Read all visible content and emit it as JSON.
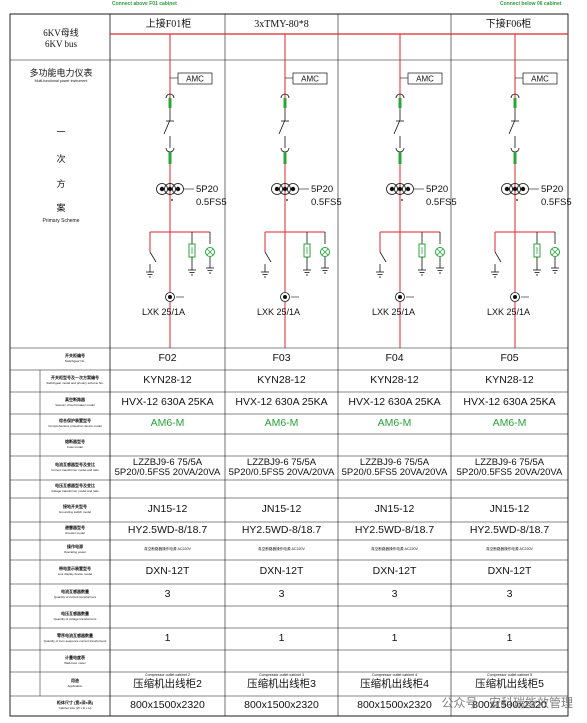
{
  "header_notes": {
    "left": "Connect above F01 cabinet",
    "right": "Connect below 06 cabinet"
  },
  "bus": {
    "label_cn": "6KV母线",
    "label_en": "6KV bus"
  },
  "panel_titles": [
    "上接F01柜",
    "3xTMY-80*8",
    "",
    "下接F06柜"
  ],
  "instrument": {
    "label_cn": "多功能电力仪表",
    "label_en": "Multi-functional power instrument",
    "device": "AMC"
  },
  "primary": {
    "chars": [
      "一",
      "次",
      "方",
      "案"
    ],
    "label_en": "Primary Scheme",
    "ct_spec_1": "5P20",
    "ct_spec_2": "0.5FS5",
    "zero_ct": "LXK 25/1A"
  },
  "rows": [
    {
      "label": "开关柜编号",
      "sub": "Switchgear No.",
      "values": [
        "F02",
        "F03",
        "F04",
        "F05"
      ]
    },
    {
      "label": "开关柜型号及一次方案编号",
      "sub": "Switchgear model and primary scheme No.",
      "values": [
        "KYN28-12",
        "KYN28-12",
        "KYN28-12",
        "KYN28-12"
      ]
    },
    {
      "label": "真空断路器",
      "sub": "Vacuum circuit breaker model",
      "values": [
        "HVX-12 630A 25KA",
        "HVX-12 630A 25KA",
        "HVX-12 630A 25KA",
        "HVX-12 630A 25KA"
      ]
    },
    {
      "label": "综合保护装置型号",
      "sub": "Comprehensive protection device model",
      "values": [
        "AM6-M",
        "AM6-M",
        "AM6-M",
        "AM6-M"
      ],
      "green": true
    },
    {
      "label": "熔断器型号",
      "sub": "Fuse model",
      "values": [
        "",
        "",
        "",
        ""
      ]
    },
    {
      "label": "电流互感器型号及变比",
      "sub": "Current transformer model and ratio",
      "values": [
        "LZZBJ9-6 75/5A\n5P20/0.5FS5 20VA/20VA",
        "LZZBJ9-6 75/5A\n5P20/0.5FS5 20VA/20VA",
        "LZZBJ9-6 75/5A\n5P20/0.5FS5 20VA/20VA",
        "LZZBJ9-6 75/5A\n5P20/0.5FS5 20VA/20VA"
      ]
    },
    {
      "label": "电压互感器型号及变比",
      "sub": "Voltage transformer model and ratio",
      "values": [
        "",
        "",
        "",
        ""
      ]
    },
    {
      "label": "接地开关型号",
      "sub": "Grounding switch model",
      "values": [
        "JN15-12",
        "JN15-12",
        "JN15-12",
        "JN15-12"
      ]
    },
    {
      "label": "避雷器型号",
      "sub": "Arrester model",
      "values": [
        "HY2.5WD-8/18.7",
        "HY2.5WD-8/18.7",
        "HY2.5WD-8/18.7",
        "HY2.5WD-8/18.7"
      ]
    },
    {
      "label": "操作电源",
      "sub": "Operating power",
      "values": [
        "",
        "",
        "",
        ""
      ],
      "value_notes": [
        "真空断路器操作电源 AC220V",
        "真空断路器操作电源 AC220V",
        "真空断路器操作电源 AC220V",
        "真空断路器操作电源 AC220V"
      ]
    },
    {
      "label": "带电显示装置型号",
      "sub": "Live display device model",
      "values": [
        "DXN-12T",
        "DXN-12T",
        "DXN-12T",
        "DXN-12T"
      ]
    },
    {
      "label": "电流互感器数量",
      "sub": "Quantity of current transformers",
      "values": [
        "3",
        "3",
        "3",
        "3"
      ]
    },
    {
      "label": "电压互感器数量",
      "sub": "Quantity of voltage transformers",
      "values": [
        "",
        "",
        "",
        ""
      ]
    },
    {
      "label": "零序电流互感器数量",
      "sub": "Quantity of zero sequence current transformers",
      "values": [
        "1",
        "1",
        "1",
        "1"
      ]
    },
    {
      "label": "计量电度表",
      "sub": "Watt-hour meter",
      "values": [
        "",
        "",
        "",
        ""
      ]
    },
    {
      "label": "用途",
      "sub": "Application",
      "values": [
        "压缩机出线柜2",
        "压缩机出线柜3",
        "压缩机出线柜4",
        "压缩机出线柜5"
      ],
      "value_notes": [
        "Compressor outlet cabinet 2",
        "Compressor outlet cabinet 3",
        "Compressor outlet cabinet 4",
        "Compressor outlet cabinet 5"
      ]
    },
    {
      "label": "柜体尺寸 (宽x深x高)",
      "sub": "Cabinet size (W x D x H)",
      "values": [
        "800x1500x2320",
        "800x1500x2320",
        "800x1500x2320",
        "800x1500x2320"
      ]
    }
  ],
  "watermark": "公众号 · 安科瑞能效管理",
  "colors": {
    "line": "#111111",
    "red": "#e0262b",
    "green": "#2ba43c"
  }
}
